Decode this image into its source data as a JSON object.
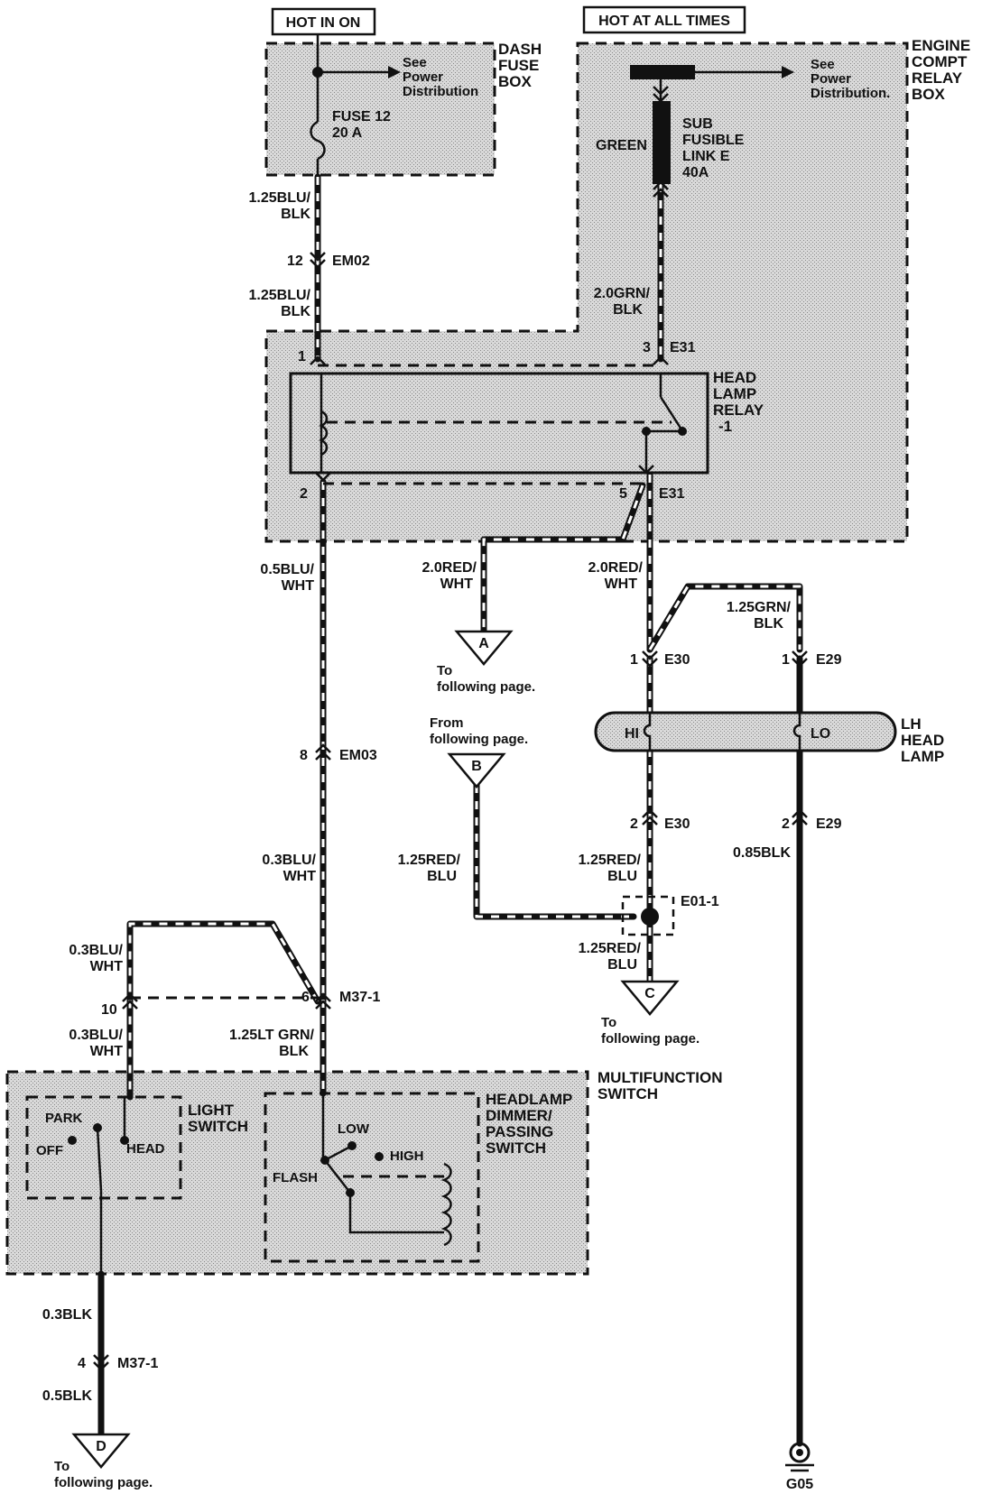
{
  "hot_in_on": "HOT IN ON",
  "hot_at_all_times": "HOT AT ALL TIMES",
  "dash_fuse_box": {
    "line1": "DASH",
    "line2": "FUSE",
    "line3": "BOX"
  },
  "engine_relay_box": {
    "line1": "ENGINE",
    "line2": "COMPT",
    "line3": "RELAY",
    "line4": "BOX"
  },
  "see_power": {
    "line1": "See",
    "line2": "Power",
    "line3": "Distribution"
  },
  "see_power2": {
    "line1": "See",
    "line2": "Power",
    "line3": "Distribution."
  },
  "fuse": {
    "line1": "FUSE 12",
    "line2": "20 A"
  },
  "fusible_link": {
    "line1": "SUB",
    "line2": "FUSIBLE",
    "line3": "LINK E",
    "line4": "40A",
    "color": "GREEN"
  },
  "head_lamp_relay": {
    "line1": "HEAD",
    "line2": "LAMP",
    "line3": "RELAY",
    "line4": "-1"
  },
  "lh_head_lamp": {
    "line1": "LH",
    "line2": "HEAD",
    "line3": "LAMP",
    "hi": "HI",
    "lo": "LO"
  },
  "multifunction_switch": {
    "line1": "MULTIFUNCTION",
    "line2": "SWITCH"
  },
  "light_switch": {
    "line1": "LIGHT",
    "line2": "SWITCH",
    "park": "PARK",
    "off": "OFF",
    "head": "HEAD"
  },
  "dimmer_switch": {
    "line1": "HEADLAMP",
    "line2": "DIMMER/",
    "line3": "PASSING",
    "line4": "SWITCH",
    "low": "LOW",
    "high": "HIGH",
    "flash": "FLASH"
  },
  "wires": {
    "w1": {
      "line1": "1.25BLU/",
      "line2": "BLK"
    },
    "w2": {
      "line1": "1.25BLU/",
      "line2": "BLK"
    },
    "w3": {
      "line1": "2.0GRN/",
      "line2": "BLK"
    },
    "w4": {
      "line1": "0.5BLU/",
      "line2": "WHT"
    },
    "w5": {
      "line1": "2.0RED/",
      "line2": "WHT"
    },
    "w6": {
      "line1": "2.0RED/",
      "line2": "WHT"
    },
    "w7": {
      "line1": "1.25GRN/",
      "line2": "BLK"
    },
    "w8": {
      "line1": "0.3BLU/",
      "line2": "WHT"
    },
    "w9": {
      "line1": "1.25RED/",
      "line2": "BLU"
    },
    "w10": {
      "line1": "1.25RED/",
      "line2": "BLU"
    },
    "w11": {
      "line1": "1.25RED/",
      "line2": "BLU"
    },
    "w12": {
      "line1": "0.3BLU/",
      "line2": "WHT"
    },
    "w13": {
      "line1": "0.3BLU/",
      "line2": "WHT"
    },
    "w14": {
      "line1": "1.25LT GRN/",
      "line2": "BLK"
    },
    "w15": "0.85BLK",
    "w16": "0.3BLK",
    "w17": "0.5BLK"
  },
  "connectors": {
    "em02": {
      "pin": "12",
      "name": "EM02"
    },
    "e31_top": {
      "pin": "3",
      "name": "E31"
    },
    "relay_pin1": "1",
    "relay_pin2": "2",
    "e31_bot": {
      "pin": "5",
      "name": "E31"
    },
    "e30_top": {
      "pin": "1",
      "name": "E30"
    },
    "e29_top": {
      "pin": "1",
      "name": "E29"
    },
    "em03": {
      "pin": "8",
      "name": "EM03"
    },
    "e30_bot": {
      "pin": "2",
      "name": "E30"
    },
    "e29_bot": {
      "pin": "2",
      "name": "E29"
    },
    "e01": "E01-1",
    "m37_a": {
      "pin10": "10",
      "pin6": "6",
      "name": "M37-1"
    },
    "m37_b": {
      "pin": "4",
      "name": "M37-1"
    }
  },
  "refs": {
    "a": {
      "letter": "A",
      "line1": "To",
      "line2": "following page."
    },
    "b": {
      "letter": "B",
      "line1": "From",
      "line2": "following page."
    },
    "c": {
      "letter": "C",
      "line1": "To",
      "line2": "following page."
    },
    "d": {
      "letter": "D",
      "line1": "To",
      "line2": "following page."
    }
  },
  "ground": "G05"
}
